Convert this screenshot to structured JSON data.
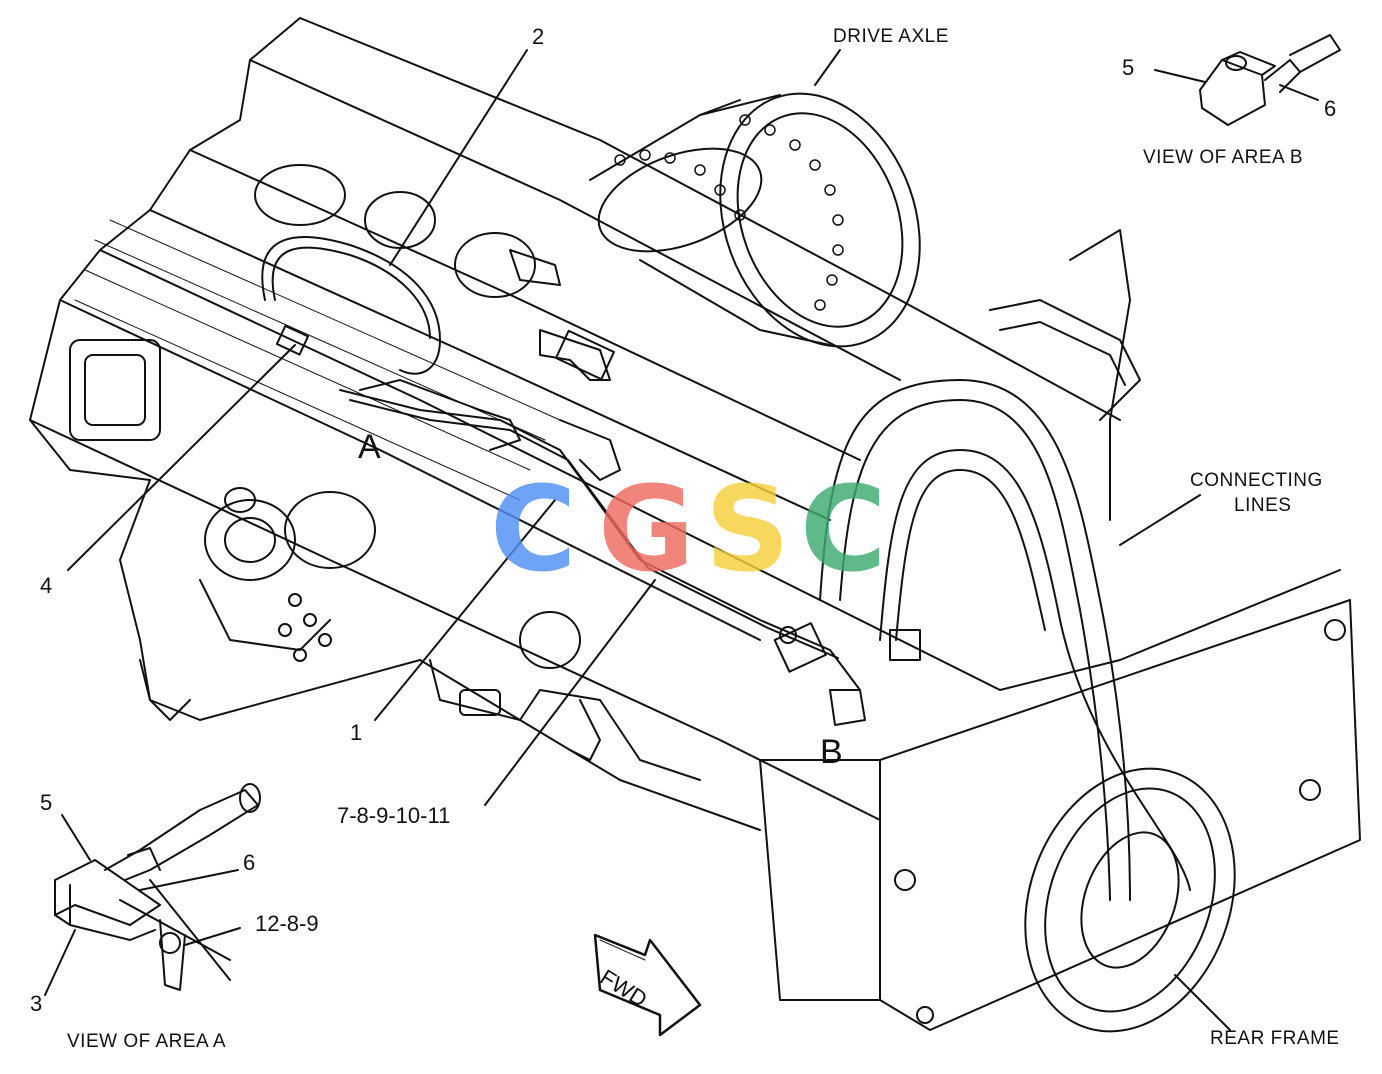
{
  "labels": {
    "callout_1": "1",
    "callout_2": "2",
    "callout_3": "3",
    "callout_4": "4",
    "callout_5_main": "5",
    "callout_6_main": "6",
    "callout_5_inset_b": "5",
    "callout_6_inset_b": "6",
    "callout_7_11": "7-8-9-10-11",
    "callout_12_8_9": "12-8-9",
    "area_a": "A",
    "area_b": "B",
    "drive_axle": "DRIVE AXLE",
    "connecting_lines_1": "CONNECTING",
    "connecting_lines_2": "LINES",
    "rear_frame": "REAR FRAME",
    "view_area_a": "VIEW OF AREA  A",
    "view_area_b": "VIEW OF AREA  B",
    "fwd": "FWD"
  },
  "watermark": {
    "letters": [
      "C",
      "G",
      "S",
      "C"
    ],
    "colors": [
      "#4f8ff7",
      "#f06b5f",
      "#f7cf3c",
      "#3daa70"
    ]
  }
}
